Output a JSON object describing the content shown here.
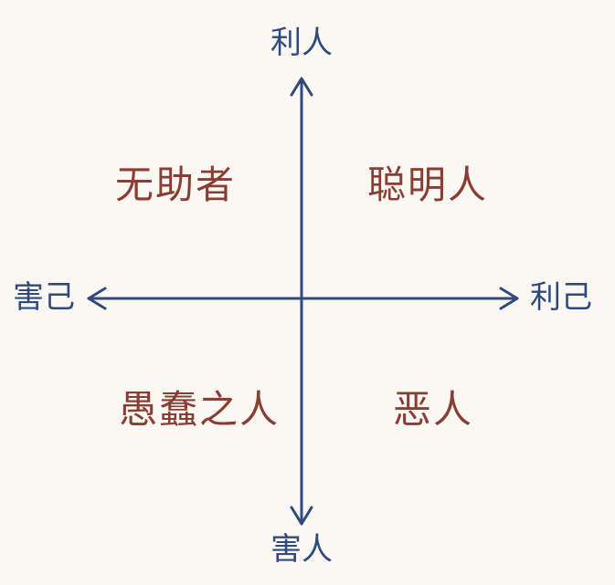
{
  "colors": {
    "axis": "#2f4a7c",
    "quadrant_text": "#8a3e33",
    "background": "#fbf8f4"
  },
  "axes": {
    "top": "利人",
    "bottom": "害人",
    "left": "害己",
    "right": "利己"
  },
  "quadrants": {
    "top_left": "无助者",
    "top_right": "聪明人",
    "bottom_left": "愚蠢之人",
    "bottom_right": "恶人"
  }
}
